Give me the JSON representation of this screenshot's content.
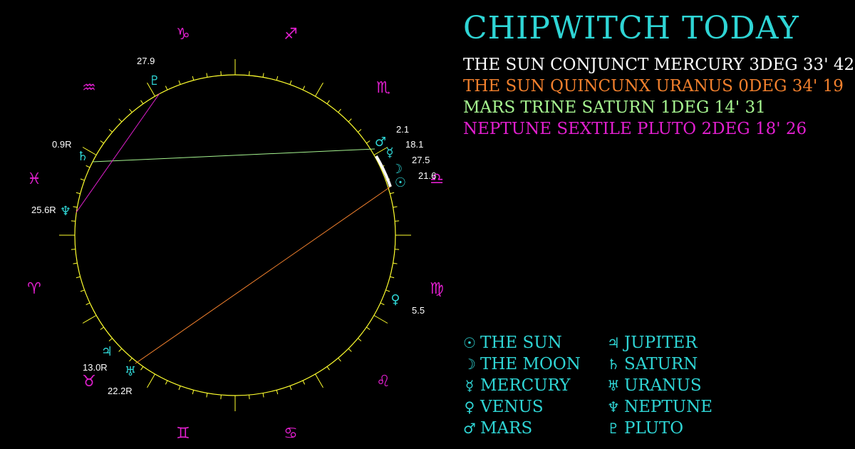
{
  "title": "CHIPWITCH TODAY",
  "colors": {
    "background": "#000000",
    "title": "#2fd5d5",
    "glyph": "#2fd5d5",
    "zodiac": "#e21fcf",
    "wheel": "#ffff2e",
    "ring": "#ffffff",
    "degree_label": "#ffffff"
  },
  "aspects": [
    {
      "text": "THE SUN CONJUNCT MERCURY 3DEG 33' 42",
      "color": "#ffffff"
    },
    {
      "text": "THE SUN QUINCUNX URANUS 0DEG 34' 19",
      "color": "#f2802d"
    },
    {
      "text": "MARS TRINE SATURN 1DEG 14' 31",
      "color": "#a6f590"
    },
    {
      "text": "NEPTUNE SEXTILE PLUTO 2DEG 18' 26",
      "color": "#e21fcf"
    }
  ],
  "zodiac_signs": [
    {
      "name": "capricorn-icon",
      "symbol": "♑"
    },
    {
      "name": "sagittarius-icon",
      "symbol": "♐"
    },
    {
      "name": "scorpio-icon",
      "symbol": "♏"
    },
    {
      "name": "libra-icon",
      "symbol": "♎"
    },
    {
      "name": "virgo-icon",
      "symbol": "♍"
    },
    {
      "name": "leo-icon",
      "symbol": "♌"
    },
    {
      "name": "cancer-icon",
      "symbol": "♋"
    },
    {
      "name": "gemini-icon",
      "symbol": "♊"
    },
    {
      "name": "taurus-icon",
      "symbol": "♉"
    },
    {
      "name": "aries-icon",
      "symbol": "♈"
    },
    {
      "name": "pisces-icon",
      "symbol": "♓"
    },
    {
      "name": "aquarius-icon",
      "symbol": "♒"
    }
  ],
  "planets": [
    {
      "name": "pluto",
      "symbol": "♇",
      "degree": "27.9"
    },
    {
      "name": "saturn",
      "symbol": "♄",
      "degree": "0.9R"
    },
    {
      "name": "neptune",
      "symbol": "♆",
      "degree": "25.6R"
    },
    {
      "name": "jupiter",
      "symbol": "♃",
      "degree": "13.0R"
    },
    {
      "name": "uranus",
      "symbol": "♅",
      "degree": "22.2R"
    },
    {
      "name": "mars",
      "symbol": "♂",
      "degree": "2.1"
    },
    {
      "name": "mercury",
      "symbol": "☿",
      "degree": "18.1"
    },
    {
      "name": "moon",
      "symbol": "☽",
      "degree": "27.5"
    },
    {
      "name": "sun",
      "symbol": "☉",
      "degree": "21.6"
    },
    {
      "name": "venus",
      "symbol": "♀",
      "degree": "5.5"
    }
  ],
  "legend": [
    {
      "symbol": "☉",
      "label": "THE SUN"
    },
    {
      "symbol": "☽",
      "label": "THE MOON"
    },
    {
      "symbol": "☿",
      "label": "MERCURY"
    },
    {
      "symbol": "♀",
      "label": "VENUS"
    },
    {
      "symbol": "♂",
      "label": "MARS"
    },
    {
      "symbol": "♃",
      "label": "JUPITER"
    },
    {
      "symbol": "♄",
      "label": "SATURN"
    },
    {
      "symbol": "♅",
      "label": "URANUS"
    },
    {
      "symbol": "♆",
      "label": "NEPTUNE"
    },
    {
      "symbol": "♇",
      "label": "PLUTO"
    }
  ]
}
